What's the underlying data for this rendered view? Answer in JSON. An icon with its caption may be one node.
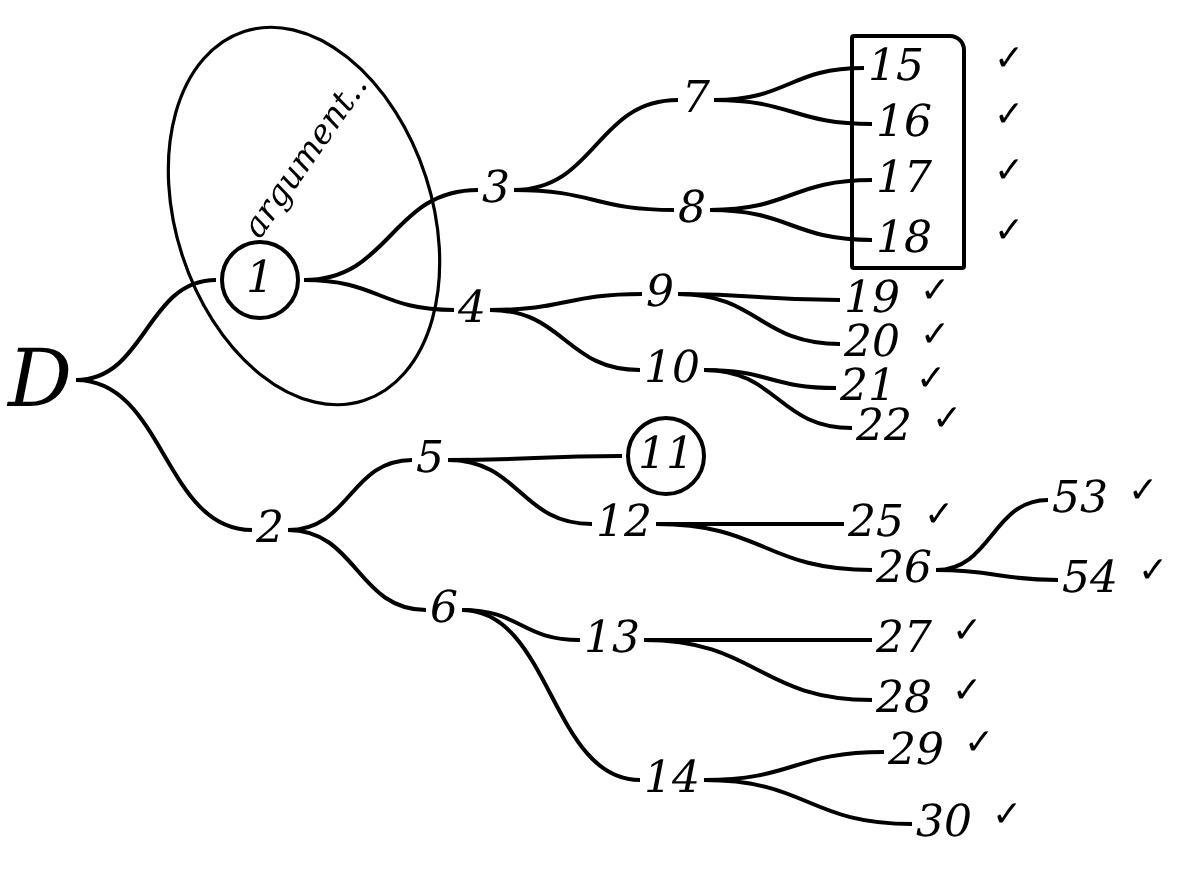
{
  "diagram": {
    "nodes": [
      {
        "text": [
          "argument.."
        ]
      },
      {
        "text": [
          "1"
        ],
        "in": 0
      },
      {
        "text": [
          "D"
        ]
      },
      {
        "text": [
          "2"
        ]
      },
      {
        "text": [
          "3"
        ]
      },
      {
        "text": [
          "4"
        ]
      },
      {
        "text": [
          "5"
        ]
      },
      {
        "text": [
          "6"
        ]
      },
      {
        "text": [
          "7"
        ]
      },
      {
        "text": [
          "8"
        ]
      },
      {
        "text": [
          "9"
        ]
      },
      {
        "text": [
          "10"
        ]
      },
      {
        "text": [
          "11"
        ]
      },
      {
        "text": [
          "12"
        ]
      },
      {
        "text": [
          "13"
        ]
      },
      {
        "text": [
          "14"
        ]
      },
      {
        "text": [],
        "shape": "box"
      },
      {
        "text": [
          "15"
        ],
        "in": 16,
        "beside": [
          "✓"
        ]
      },
      {
        "text": [
          "16"
        ],
        "in": 16,
        "beside": [
          "✓"
        ]
      },
      {
        "text": [
          "17"
        ],
        "in": 16,
        "beside": [
          "✓"
        ]
      },
      {
        "text": [
          "18"
        ],
        "in": 16,
        "beside": [
          "✓"
        ]
      },
      {
        "text": [
          "19"
        ],
        "beside": [
          "✓"
        ]
      },
      {
        "text": [
          "20"
        ],
        "beside": [
          "✓"
        ]
      },
      {
        "text": [
          "21"
        ],
        "beside": [
          "✓"
        ]
      },
      {
        "text": [
          "22"
        ],
        "beside": [
          "✓"
        ]
      },
      {
        "text": [
          "25"
        ],
        "beside": [
          "✓"
        ]
      },
      {
        "text": [
          "26"
        ]
      },
      {
        "text": [
          "27"
        ],
        "beside": [
          "✓"
        ]
      },
      {
        "text": [
          "28"
        ],
        "beside": [
          "✓"
        ]
      },
      {
        "text": [
          "29"
        ],
        "beside": [
          "✓"
        ]
      },
      {
        "text": [
          "30"
        ],
        "beside": [
          "✓"
        ]
      },
      {
        "text": [
          "53"
        ],
        "beside": [
          "✓"
        ]
      },
      {
        "text": [
          "54"
        ],
        "beside": [
          "✓"
        ]
      }
    ],
    "edges": [
      {
        "from": 2,
        "to": 1,
        "arrow": "none"
      },
      {
        "from": 2,
        "to": 3,
        "arrow": "none"
      },
      {
        "from": 1,
        "to": 4,
        "arrow": "none"
      },
      {
        "from": 1,
        "to": 5,
        "arrow": "none"
      },
      {
        "from": 4,
        "to": 8,
        "arrow": "none"
      },
      {
        "from": 4,
        "to": 9,
        "arrow": "none"
      },
      {
        "from": 8,
        "to": 17,
        "arrow": "none"
      },
      {
        "from": 8,
        "to": 18,
        "arrow": "none"
      },
      {
        "from": 9,
        "to": 19,
        "arrow": "none"
      },
      {
        "from": 9,
        "to": 20,
        "arrow": "none"
      },
      {
        "from": 5,
        "to": 10,
        "arrow": "none"
      },
      {
        "from": 5,
        "to": 11,
        "arrow": "none"
      },
      {
        "from": 10,
        "to": 21,
        "arrow": "none"
      },
      {
        "from": 10,
        "to": 22,
        "arrow": "none"
      },
      {
        "from": 11,
        "to": 23,
        "arrow": "none"
      },
      {
        "from": 11,
        "to": 24,
        "arrow": "none"
      },
      {
        "from": 3,
        "to": 6,
        "arrow": "none"
      },
      {
        "from": 3,
        "to": 7,
        "arrow": "none"
      },
      {
        "from": 6,
        "to": 12,
        "arrow": "none"
      },
      {
        "from": 6,
        "to": 13,
        "arrow": "none"
      },
      {
        "from": 13,
        "to": 25,
        "arrow": "none"
      },
      {
        "from": 13,
        "to": 26,
        "arrow": "none"
      },
      {
        "from": 26,
        "to": 31,
        "arrow": "none"
      },
      {
        "from": 26,
        "to": 32,
        "arrow": "none"
      },
      {
        "from": 7,
        "to": 14,
        "arrow": "none"
      },
      {
        "from": 7,
        "to": 15,
        "arrow": "none"
      },
      {
        "from": 14,
        "to": 27,
        "arrow": "none"
      },
      {
        "from": 14,
        "to": 28,
        "arrow": "none"
      },
      {
        "from": 15,
        "to": 29,
        "arrow": "none"
      },
      {
        "from": 15,
        "to": 30,
        "arrow": "none"
      }
    ]
  }
}
